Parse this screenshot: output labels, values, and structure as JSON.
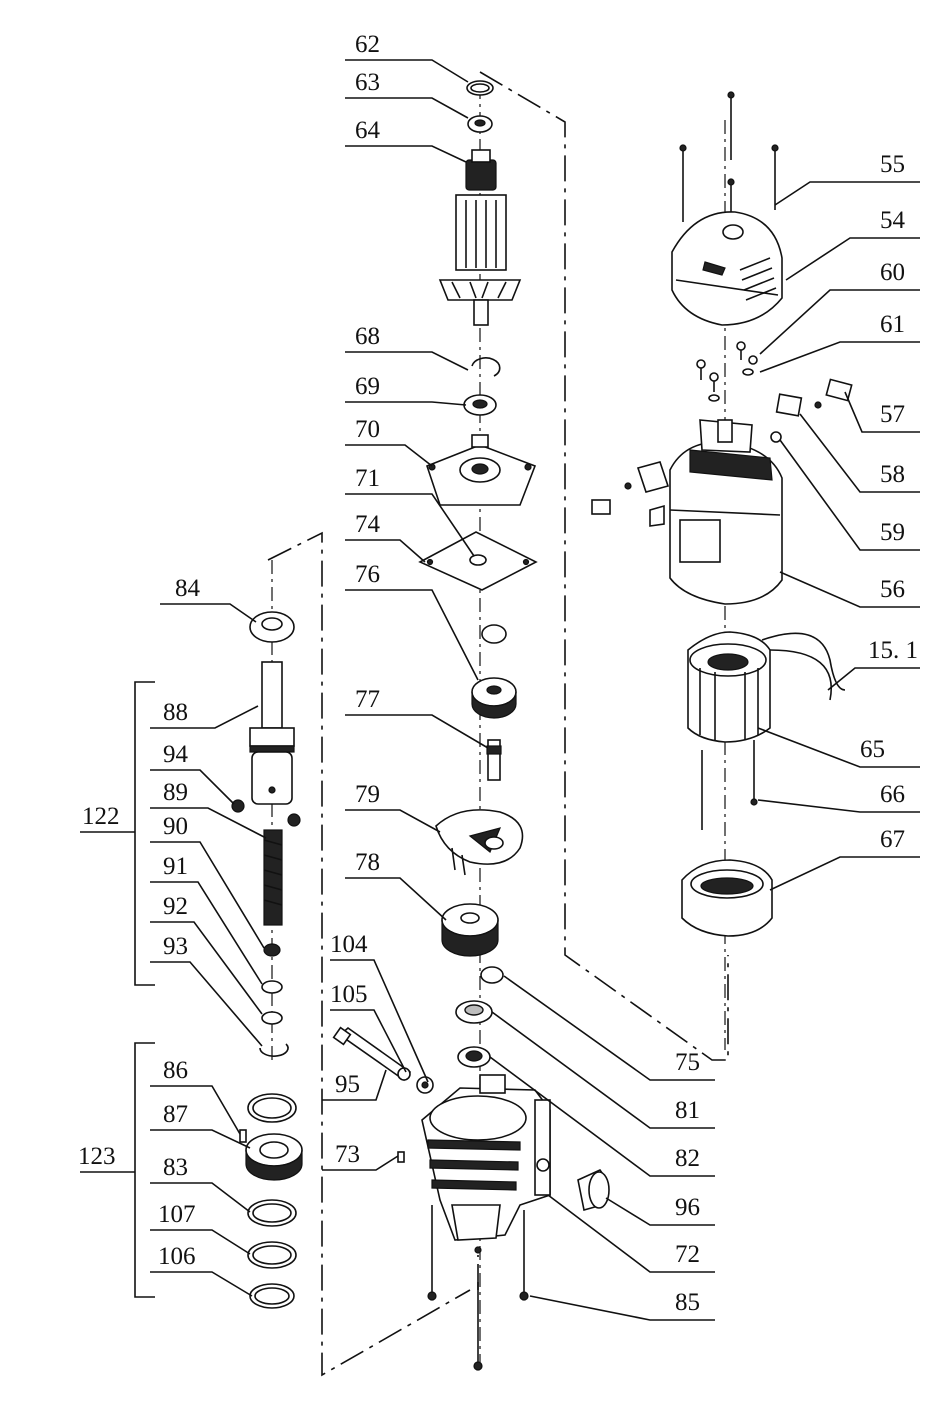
{
  "diagram": {
    "callouts": [
      {
        "id": "c62",
        "text": "62"
      },
      {
        "id": "c63",
        "text": "63"
      },
      {
        "id": "c64",
        "text": "64"
      },
      {
        "id": "c68",
        "text": "68"
      },
      {
        "id": "c69",
        "text": "69"
      },
      {
        "id": "c70",
        "text": "70"
      },
      {
        "id": "c71",
        "text": "71"
      },
      {
        "id": "c74",
        "text": "74"
      },
      {
        "id": "c76",
        "text": "76"
      },
      {
        "id": "c77",
        "text": "77"
      },
      {
        "id": "c79",
        "text": "79"
      },
      {
        "id": "c78",
        "text": "78"
      },
      {
        "id": "c104",
        "text": "104"
      },
      {
        "id": "c105",
        "text": "105"
      },
      {
        "id": "c95",
        "text": "95"
      },
      {
        "id": "c73",
        "text": "73"
      },
      {
        "id": "c84",
        "text": "84"
      },
      {
        "id": "c88",
        "text": "88"
      },
      {
        "id": "c94",
        "text": "94"
      },
      {
        "id": "c89",
        "text": "89"
      },
      {
        "id": "c122",
        "text": "122"
      },
      {
        "id": "c90",
        "text": "90"
      },
      {
        "id": "c91",
        "text": "91"
      },
      {
        "id": "c92",
        "text": "92"
      },
      {
        "id": "c93",
        "text": "93"
      },
      {
        "id": "c86",
        "text": "86"
      },
      {
        "id": "c87",
        "text": "87"
      },
      {
        "id": "c123",
        "text": "123"
      },
      {
        "id": "c83",
        "text": "83"
      },
      {
        "id": "c107",
        "text": "107"
      },
      {
        "id": "c106",
        "text": "106"
      },
      {
        "id": "c55",
        "text": "55"
      },
      {
        "id": "c54",
        "text": "54"
      },
      {
        "id": "c60",
        "text": "60"
      },
      {
        "id": "c61",
        "text": "61"
      },
      {
        "id": "c57",
        "text": "57"
      },
      {
        "id": "c58",
        "text": "58"
      },
      {
        "id": "c59",
        "text": "59"
      },
      {
        "id": "c56",
        "text": "56"
      },
      {
        "id": "c151",
        "text": "15. 1"
      },
      {
        "id": "c65",
        "text": "65"
      },
      {
        "id": "c66",
        "text": "66"
      },
      {
        "id": "c67",
        "text": "67"
      },
      {
        "id": "c75",
        "text": "75"
      },
      {
        "id": "c81",
        "text": "81"
      },
      {
        "id": "c82",
        "text": "82"
      },
      {
        "id": "c96",
        "text": "96"
      },
      {
        "id": "c72",
        "text": "72"
      },
      {
        "id": "c85",
        "text": "85"
      }
    ]
  }
}
